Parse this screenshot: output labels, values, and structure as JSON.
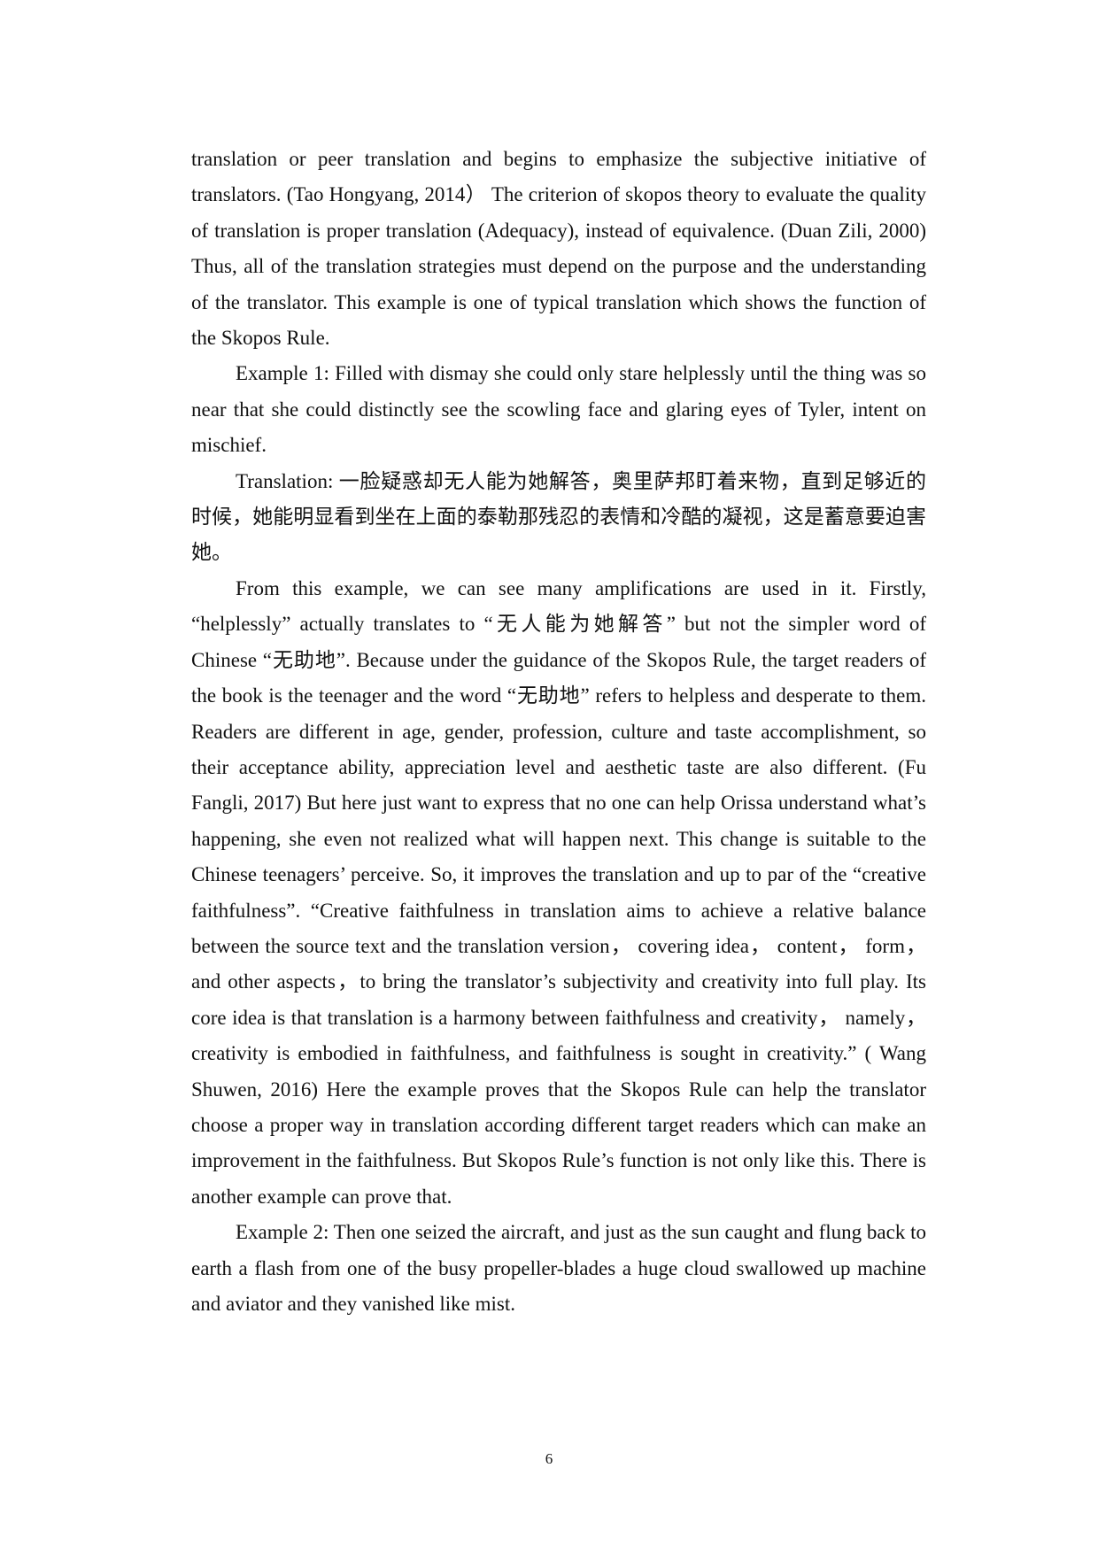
{
  "paragraphs": [
    {
      "text": "translation or peer translation and begins to emphasize the subjective initiative of translators. (Tao Hongyang, 2014） The criterion of skopos theory to evaluate the quality of translation is proper translation (Adequacy), instead of equivalence. (Duan Zili, 2000) Thus, all of the translation strategies must depend on the purpose and the understanding of the translator. This example is one of typical translation which shows the function of the Skopos Rule.",
      "indent": false
    },
    {
      "text": "Example 1: Filled with dismay she could only stare helplessly until the thing was so near that she could distinctly see the scowling face and glaring eyes of Tyler, intent on mischief.",
      "indent": true
    },
    {
      "text": "Translation: 一脸疑惑却无人能为她解答，奥里萨邦盯着来物，直到足够近的时候，她能明显看到坐在上面的泰勒那残忍的表情和冷酷的凝视，这是蓄意要迫害她。",
      "indent": true
    },
    {
      "text": "From this example, we can see many amplifications are used in it. Firstly, “helplessly” actually translates to “无人能为她解答” but not the simpler word of Chinese “无助地”. Because under the guidance of the Skopos Rule, the target readers of the book is the teenager and the word “无助地” refers to helpless and desperate to them. Readers are different in age, gender, profession, culture and taste accomplishment, so their acceptance ability, appreciation level and aesthetic taste are also different. (Fu Fangli, 2017) But here just want to express that no one can help Orissa understand what’s happening, she even not realized what will happen next. This change is suitable to the Chinese teenagers’ perceive. So, it improves the translation and up to par of the “creative faithfulness”. “Creative faithfulness in translation aims to achieve a relative balance between the source text and the translation version， covering idea， content， form， and other aspects，to bring the translator’s subjectivity and creativity into full play. Its core idea is that translation is a harmony between faithfulness and creativity， namely， creativity is embodied in faithfulness, and faithfulness is sought in creativity.” ( Wang Shuwen, 2016) Here the example proves that the Skopos Rule can help the translator choose a proper way in translation according different target readers which can make an improvement in the faithfulness. But Skopos Rule’s function is not only like this. There is another example can prove that.",
      "indent": true
    },
    {
      "text": "Example 2: Then one seized the aircraft, and just as the sun caught and flung back to earth a flash from one of the busy propeller-blades a huge cloud swallowed up machine and aviator and they vanished like mist.",
      "indent": true
    }
  ],
  "page_number": "6"
}
